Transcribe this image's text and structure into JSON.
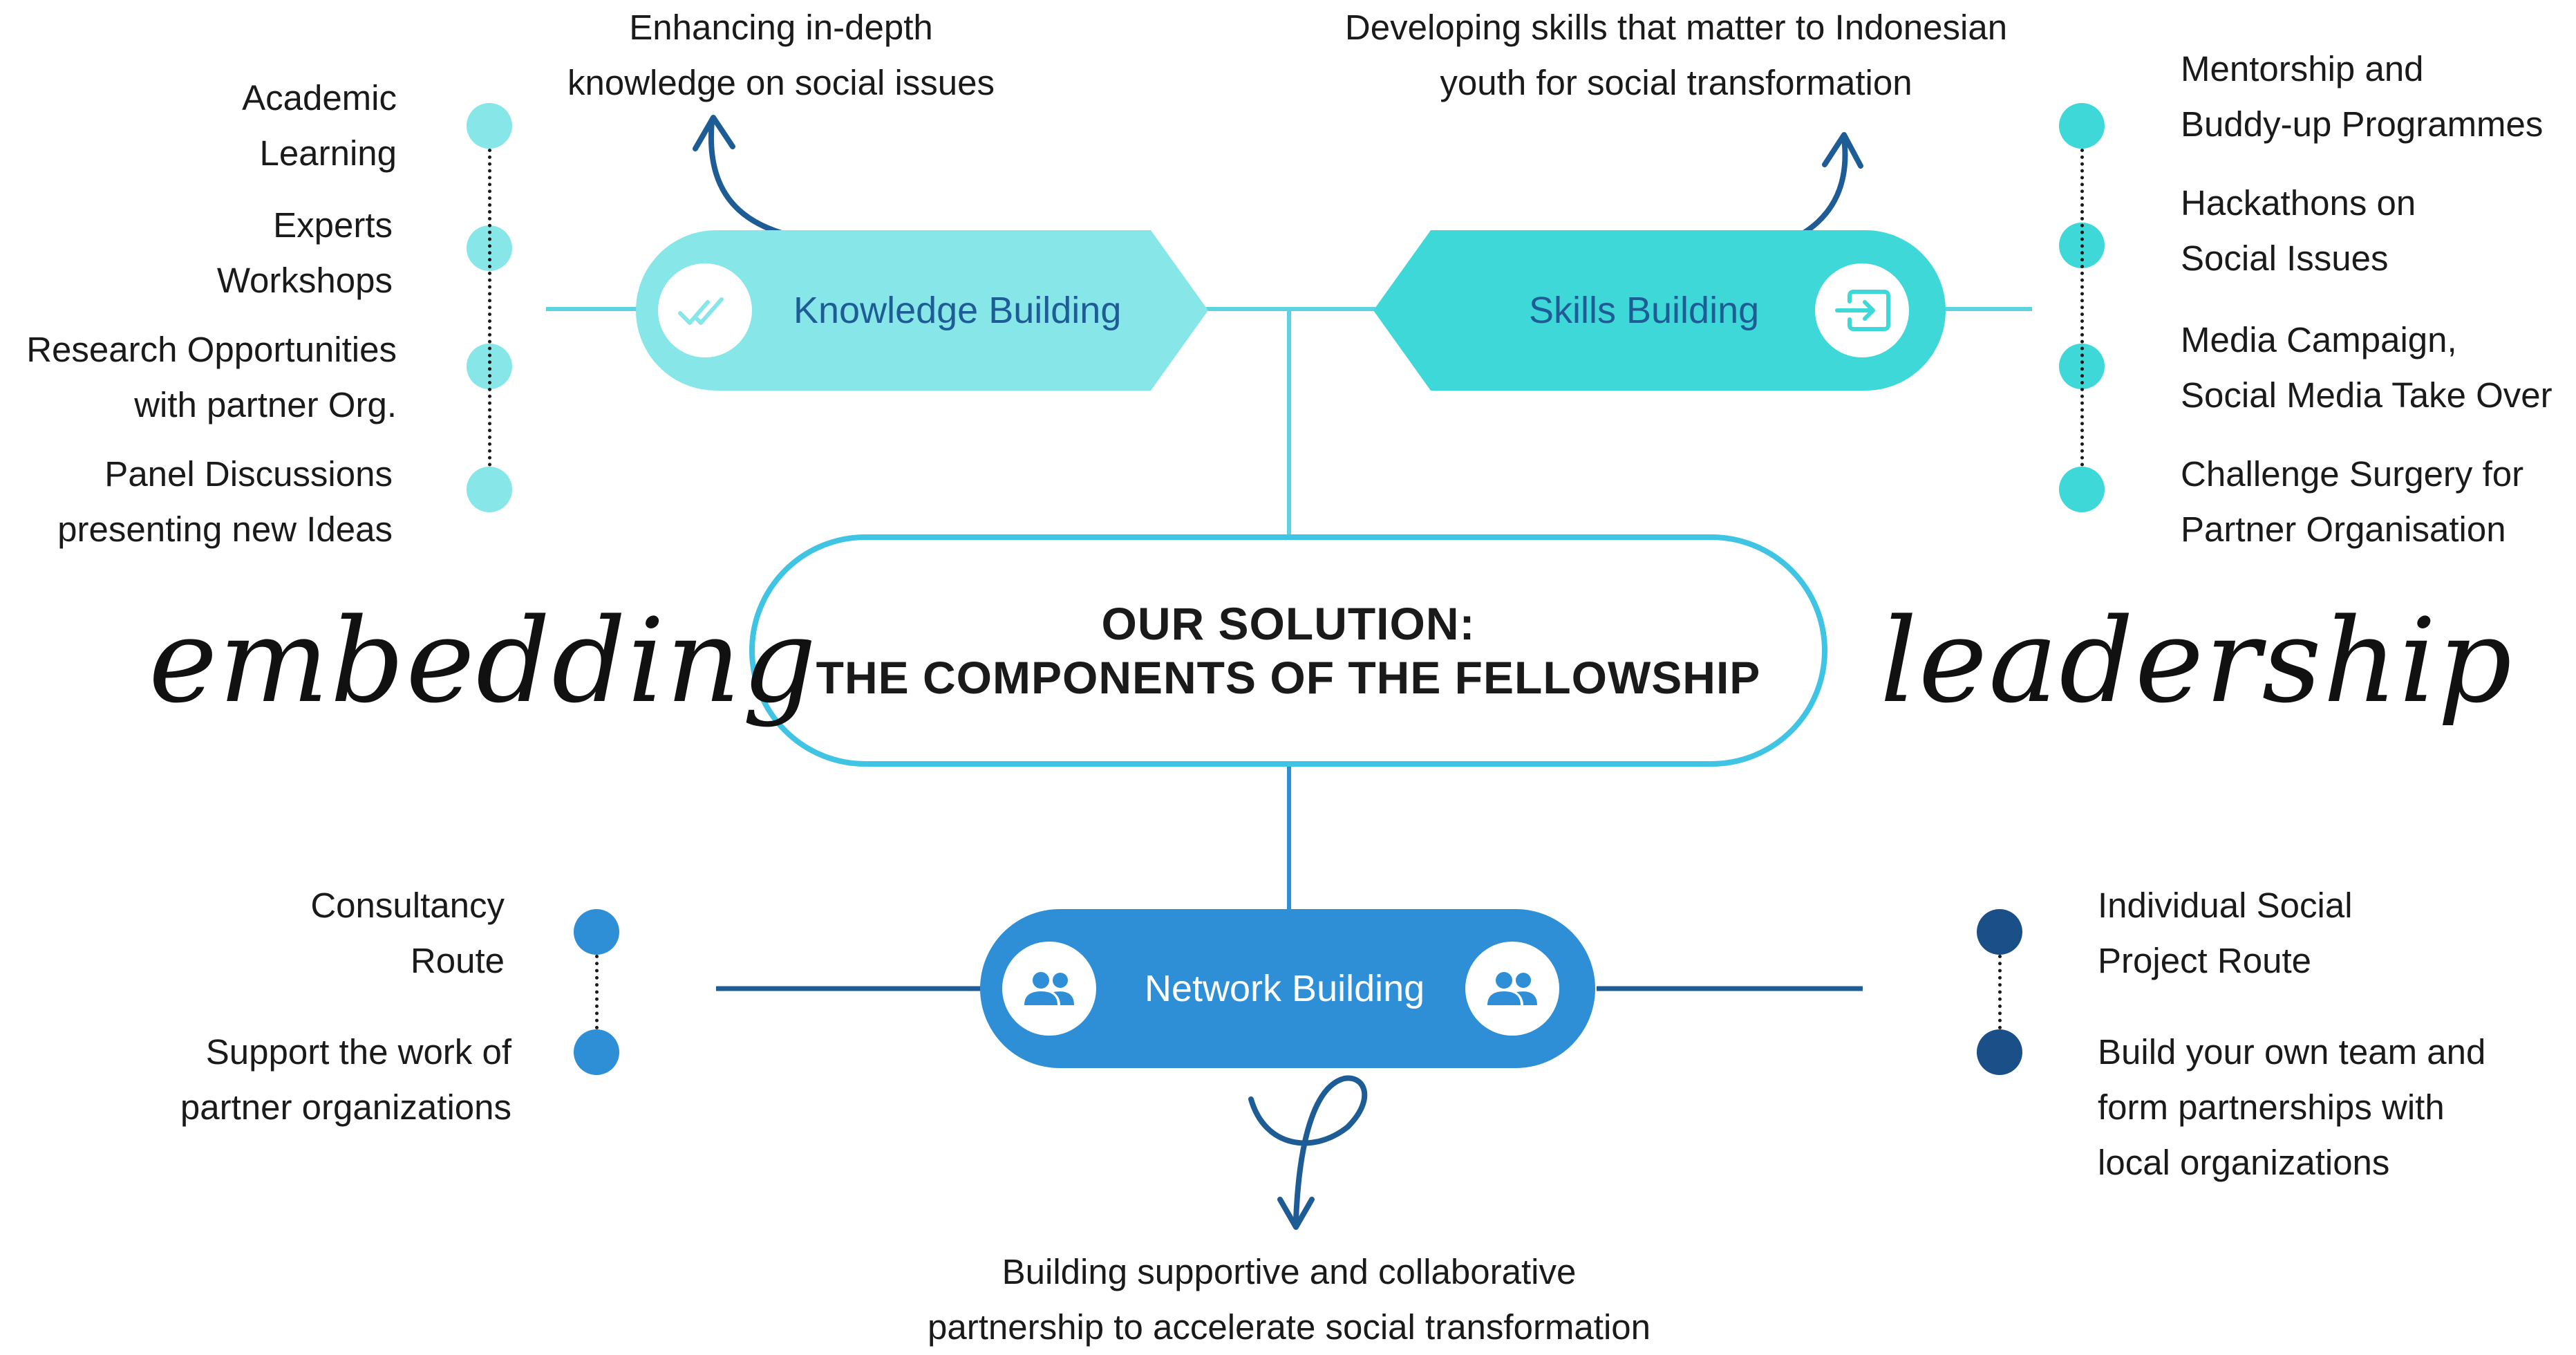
{
  "center": {
    "line1": "OUR SOLUTION:",
    "line2": "THE COMPONENTS OF THE FELLOWSHIP"
  },
  "script_words": {
    "left": "embedding",
    "right": "leadership"
  },
  "knowledge": {
    "label": "Knowledge Building",
    "icon": "double-check-icon",
    "color": "#86e6e8",
    "goal": [
      "Enhancing in-depth",
      "knowledge on social issues"
    ],
    "items": [
      [
        "Academic",
        "Learning"
      ],
      [
        "Experts",
        "Workshops"
      ],
      [
        "Research Opportunities",
        "with partner Org."
      ],
      [
        "Panel Discussions",
        "presenting new Ideas"
      ]
    ]
  },
  "skills": {
    "label": "Skills Building",
    "icon": "input-arrow-icon",
    "color": "#3fd8d8",
    "goal": [
      "Developing skills that matter to Indonesian",
      "youth for social transformation"
    ],
    "items": [
      [
        "Mentorship and",
        "Buddy-up Programmes"
      ],
      [
        "Hackathons on",
        "Social Issues"
      ],
      [
        "Media Campaign,",
        "Social Media Take Over"
      ],
      [
        "Challenge Surgery for",
        "Partner Organisation"
      ]
    ]
  },
  "network": {
    "label": "Network Building",
    "icon": "people-icon",
    "color": "#2f8fd6",
    "goal": [
      "Building supportive and collaborative",
      "partnership to accelerate social transformation"
    ],
    "left_items": [
      [
        "Consultancy",
        "Route"
      ],
      [
        "Support the work of",
        "partner organizations"
      ]
    ],
    "right_items": [
      [
        "Individual Social",
        "Project Route"
      ],
      [
        "Build your own team and",
        "form partnerships with",
        "local organizations"
      ]
    ]
  },
  "colors": {
    "knowledge_dot": "#86e6e8",
    "skills_dot": "#3fd8d8",
    "network_left_dot": "#2f8fd6",
    "network_right_dot": "#1b4f87",
    "line_teal": "#5cd3e0",
    "line_blue": "#1e5c96",
    "arrow": "#1e5c96",
    "knowledge_text": "#1e5c96",
    "skills_text": "#1e5c96"
  }
}
